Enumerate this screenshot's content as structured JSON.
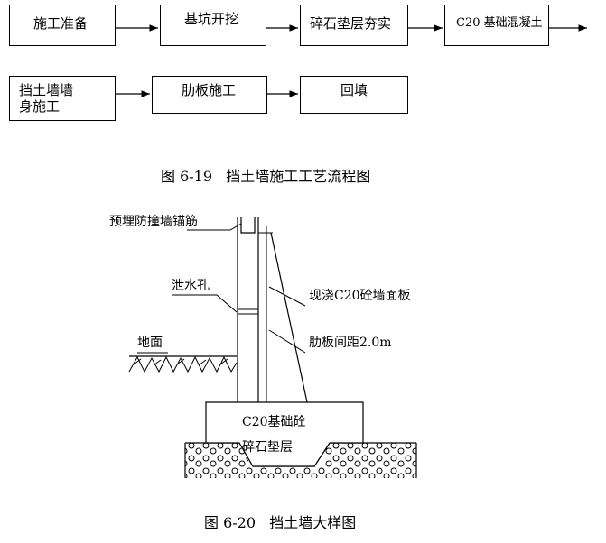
{
  "flowchart": {
    "steps": [
      {
        "label": "施工准备"
      },
      {
        "label": "基坑开挖"
      },
      {
        "label": "碎石垫层夯实"
      },
      {
        "label": "C20 基础混凝土"
      },
      {
        "label": "挡土墙墙\n身施工"
      },
      {
        "label": "肋板施工"
      },
      {
        "label": "回填"
      }
    ],
    "caption": "图 6-19   挡土墙施工工艺流程图"
  },
  "section_drawing": {
    "labels": {
      "anchor_bar": "预埋防撞墙锚筋",
      "drain_hole": "泄水孔",
      "panel": "现浇C20砼墙面板",
      "rib_spacing": "肋板间距2.0m",
      "ground": "地面",
      "foundation": "C20基础砼",
      "gravel": "碎石垫层"
    },
    "caption": "图 6-20   挡土墙大样图"
  },
  "colors": {
    "line": "#000000",
    "watermark": "#c8c8d7"
  }
}
